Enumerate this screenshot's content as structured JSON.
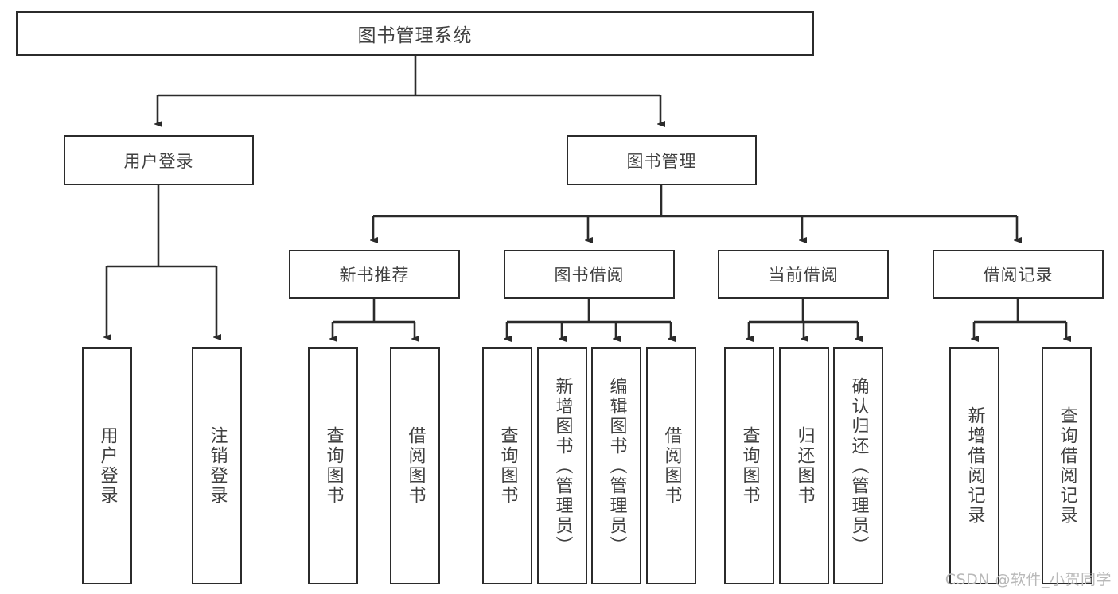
{
  "diagram": {
    "title": "图书管理系统",
    "type": "tree",
    "watermark": "CSDN @软件_小贺同学",
    "colors": {
      "box_border": "#2b2b2b",
      "box_fill": "#ffffff",
      "edge": "#2b2b2b",
      "text": "#3f3f3f",
      "watermark": "#b9b9b9",
      "background": "#ffffff"
    },
    "root": {
      "label": "图书管理系统"
    },
    "level2": [
      {
        "label": "用户登录"
      },
      {
        "label": "图书管理"
      }
    ],
    "level3": [
      {
        "label": "新书推荐"
      },
      {
        "label": "图书借阅"
      },
      {
        "label": "当前借阅"
      },
      {
        "label": "借阅记录"
      }
    ],
    "leaves": {
      "user_login": [
        {
          "label": "用户登录"
        },
        {
          "label": "注销登录"
        }
      ],
      "new_book_recommend": [
        {
          "label": "查询图书"
        },
        {
          "label": "借阅图书"
        }
      ],
      "book_borrow": [
        {
          "label": "查询图书"
        },
        {
          "label": "新增图书（管理员）"
        },
        {
          "label": "编辑图书（管理员）"
        },
        {
          "label": "借阅图书"
        }
      ],
      "current_borrow": [
        {
          "label": "查询图书"
        },
        {
          "label": "归还图书"
        },
        {
          "label": "确认归还（管理员）"
        }
      ],
      "borrow_record": [
        {
          "label": "新增借阅记录"
        },
        {
          "label": "查询借阅记录"
        }
      ]
    }
  }
}
